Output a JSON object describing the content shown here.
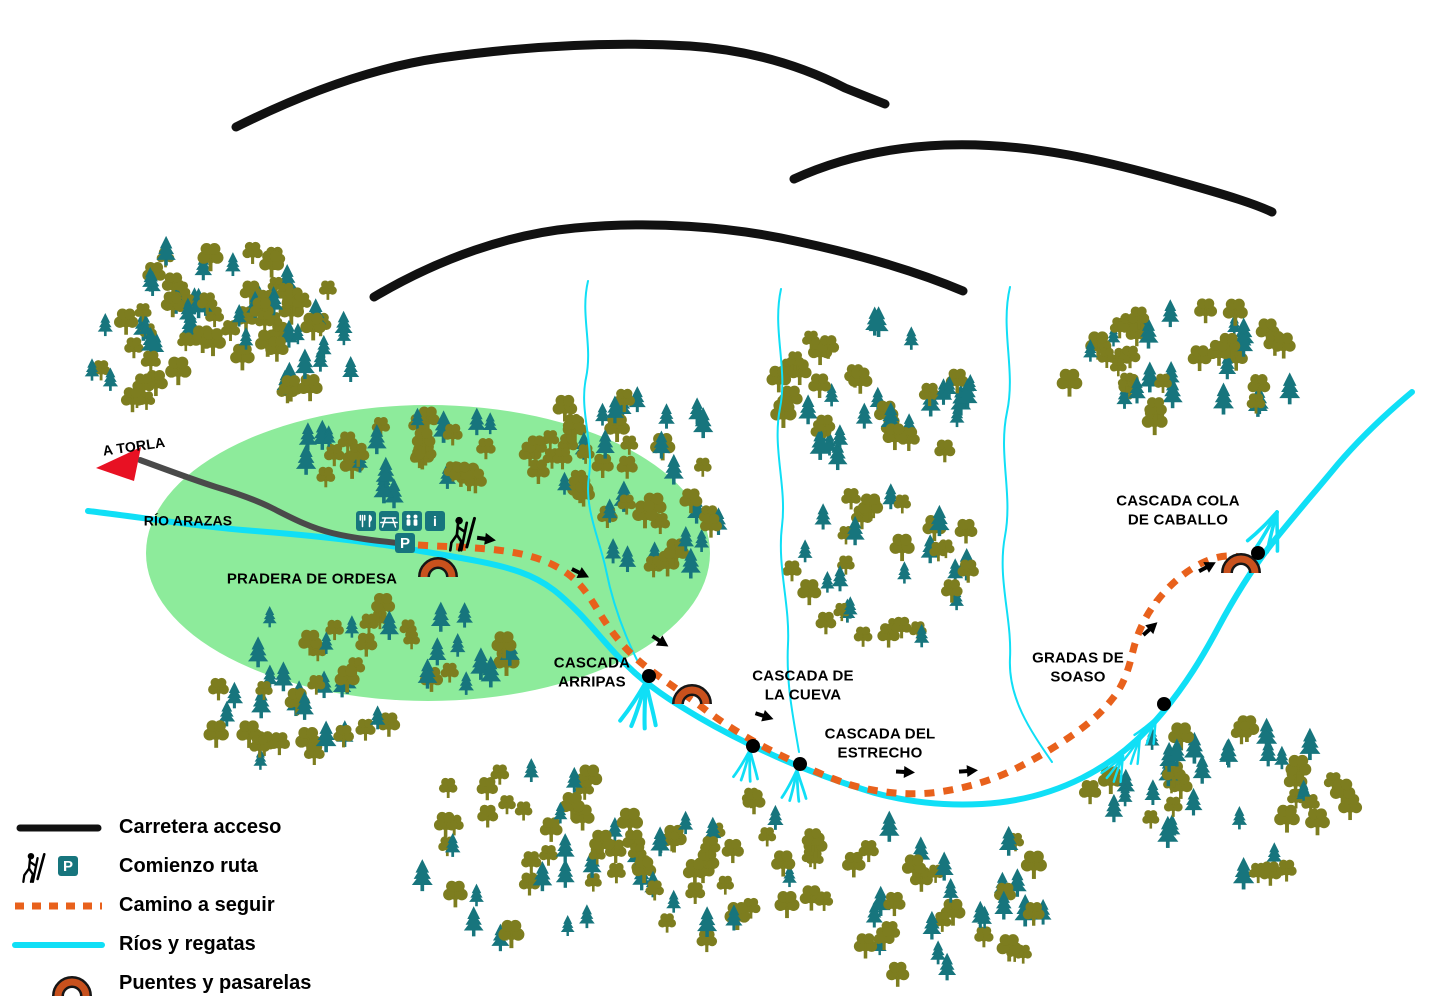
{
  "map": {
    "labels": {
      "a_torla": "A TORLA",
      "rio_arazas": "RÍO ARAZAS",
      "pradera_de_ordesa": "PRADERA DE ORDESA",
      "cascada_arripas": "CASCADA\nARRIPAS",
      "cascada_de_la_cueva": "CASCADA DE\nLA CUEVA",
      "cascada_del_estrecho": "CASCADA DEL\nESTRECHO",
      "gradas_de_soaso": "GRADAS DE\nSOASO",
      "cascada_cola_de_caballo": "CASCADA COLA\nDE CABALLO"
    },
    "icons": {
      "parking_letter": "P",
      "info_letter": "i",
      "facilities": [
        "restaurant",
        "picnic-area",
        "toilets",
        "information",
        "parking"
      ],
      "markers": [
        "waterfall",
        "bridge",
        "direction-arrow",
        "hiker-start"
      ]
    },
    "colors": {
      "river": "#10dff6",
      "trail": "#e8611c",
      "meadow": "#8deb9b",
      "conifer": "#17757d",
      "deciduous": "#7d7d1f",
      "road": "#4a4a4a",
      "arrow_red": "#e81123",
      "bridge": "#c8511d",
      "mountain": "#111111"
    }
  },
  "legend": {
    "items": [
      {
        "id": "road",
        "label": "Carretera acceso"
      },
      {
        "id": "start",
        "label": "Comienzo ruta"
      },
      {
        "id": "trail",
        "label": "Camino a seguir"
      },
      {
        "id": "river",
        "label": "Ríos y regatas"
      },
      {
        "id": "bridge",
        "label": "Puentes y pasarelas"
      }
    ]
  }
}
